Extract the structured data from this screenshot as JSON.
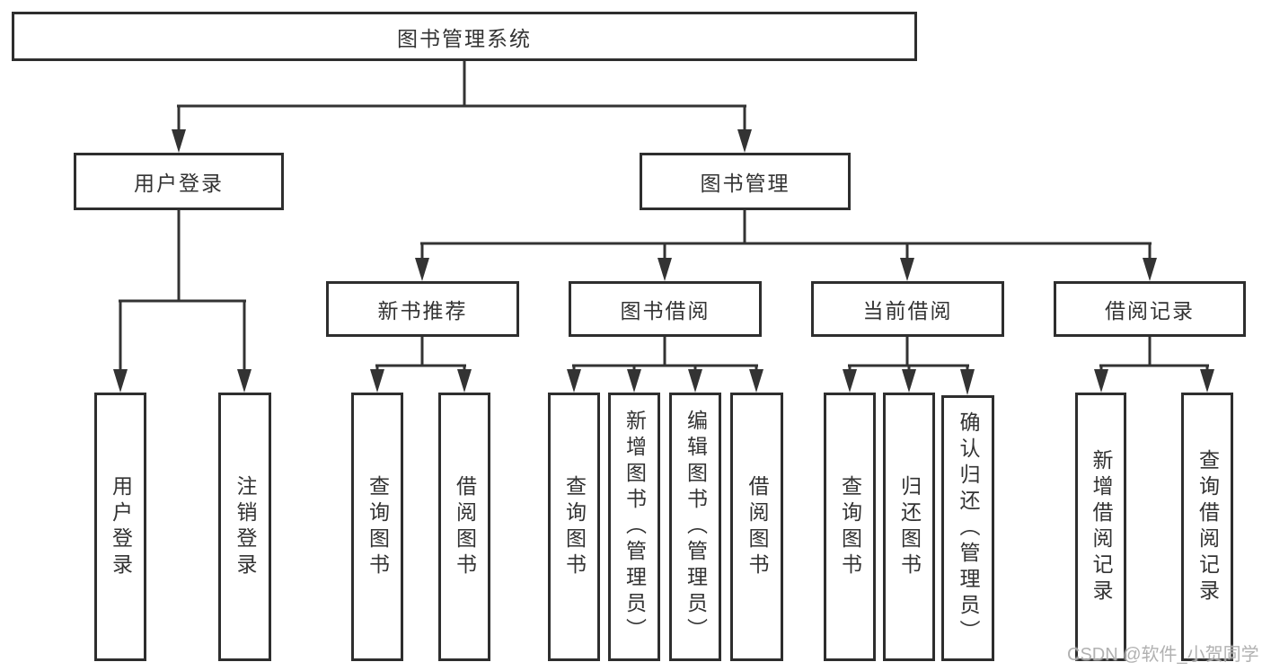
{
  "page": {
    "background": "#ffffff",
    "watermark": "CSDN @软件_小贺同学"
  },
  "colors": {
    "line": "#333333",
    "box_border": "#2e2e2e",
    "text": "#333333",
    "watermark": "#a8a8a8"
  },
  "nodes": {
    "root": {
      "label": "图书管理系统"
    },
    "user_login": {
      "label": "用户登录"
    },
    "book_mgmt": {
      "label": "图书管理"
    },
    "new_book_rec": {
      "label": "新书推荐"
    },
    "book_borrow": {
      "label": "图书借阅"
    },
    "current_borrow": {
      "label": "当前借阅"
    },
    "borrow_records": {
      "label": "借阅记录"
    },
    "leaf_user_login": {
      "label": "用户登录"
    },
    "leaf_logout": {
      "label": "注销登录"
    },
    "leaf_query_book_1": {
      "label": "查询图书"
    },
    "leaf_borrow_book_1": {
      "label": "借阅图书"
    },
    "leaf_query_book_2": {
      "label": "查询图书"
    },
    "leaf_add_book": {
      "label": "新增图书（管理员）"
    },
    "leaf_edit_book": {
      "label": "编辑图书（管理员）"
    },
    "leaf_borrow_book_2": {
      "label": "借阅图书"
    },
    "leaf_query_book_3": {
      "label": "查询图书"
    },
    "leaf_return_book": {
      "label": "归还图书"
    },
    "leaf_confirm_return": {
      "label": "确认归还（管理员）"
    },
    "leaf_add_record": {
      "label": "新增借阅记录"
    },
    "leaf_query_record": {
      "label": "查询借阅记录"
    }
  },
  "hierarchy": [
    {
      "parent": "图书管理系统",
      "children": [
        "用户登录",
        "图书管理"
      ]
    },
    {
      "parent": "用户登录",
      "children": [
        "用户登录",
        "注销登录"
      ]
    },
    {
      "parent": "图书管理",
      "children": [
        "新书推荐",
        "图书借阅",
        "当前借阅",
        "借阅记录"
      ]
    },
    {
      "parent": "新书推荐",
      "children": [
        "查询图书",
        "借阅图书"
      ]
    },
    {
      "parent": "图书借阅",
      "children": [
        "查询图书",
        "新增图书（管理员）",
        "编辑图书（管理员）",
        "借阅图书"
      ]
    },
    {
      "parent": "当前借阅",
      "children": [
        "查询图书",
        "归还图书",
        "确认归还（管理员）"
      ]
    },
    {
      "parent": "借阅记录",
      "children": [
        "新增借阅记录",
        "查询借阅记录"
      ]
    }
  ]
}
